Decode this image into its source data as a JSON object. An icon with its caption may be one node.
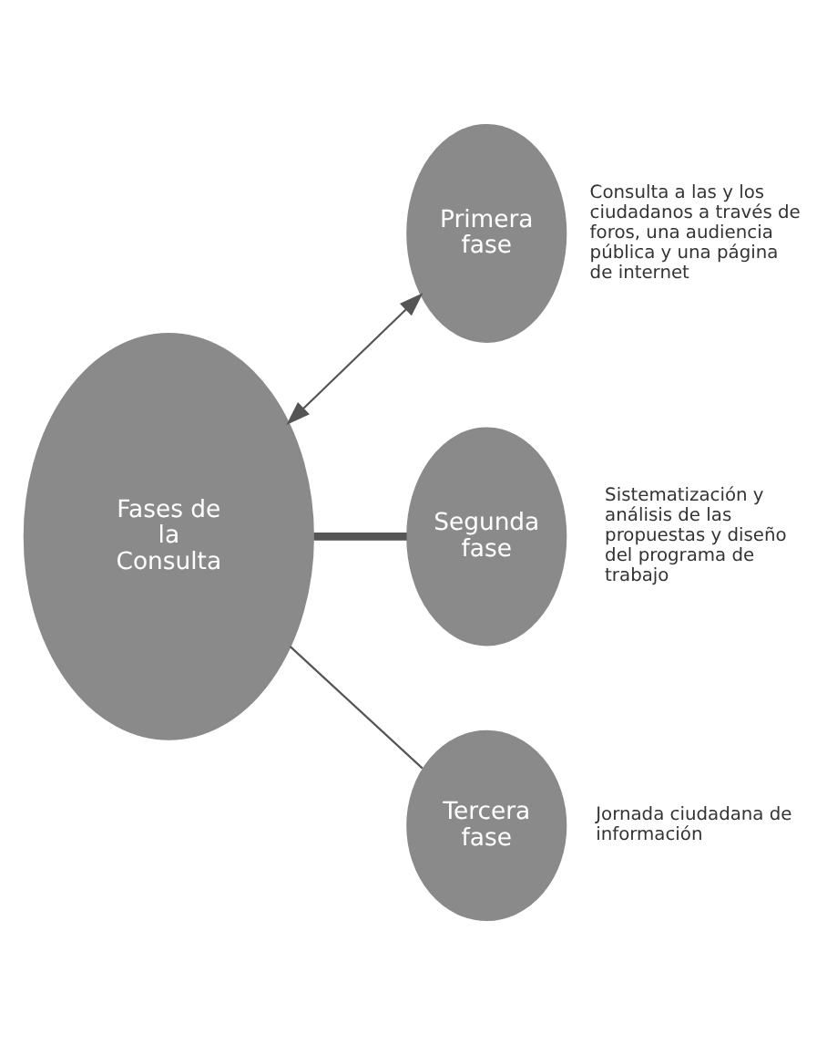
{
  "diagram": {
    "nodes": [
      {
        "text": [
          "Fases de la Consulta"
        ]
      },
      {
        "text": [
          "Primera fase"
        ],
        "beside": [
          "Consulta a las y los ciudadanos a través de foros, una audiencia pública y una página de internet"
        ]
      },
      {
        "text": [
          "Segunda fase"
        ],
        "beside": [
          "Sistematización y análisis de las propuestas y diseño del programa de trabajo"
        ]
      },
      {
        "text": [
          "Tercera fase"
        ],
        "beside": [
          "Jornada ciudadana de información"
        ]
      }
    ],
    "edges": [
      {
        "from": 0,
        "to": 1,
        "arrow": "both"
      },
      {
        "from": 0,
        "to": 2,
        "arrow": "none",
        "style": "thick"
      },
      {
        "from": 0,
        "to": 3,
        "arrow": "none"
      }
    ]
  }
}
